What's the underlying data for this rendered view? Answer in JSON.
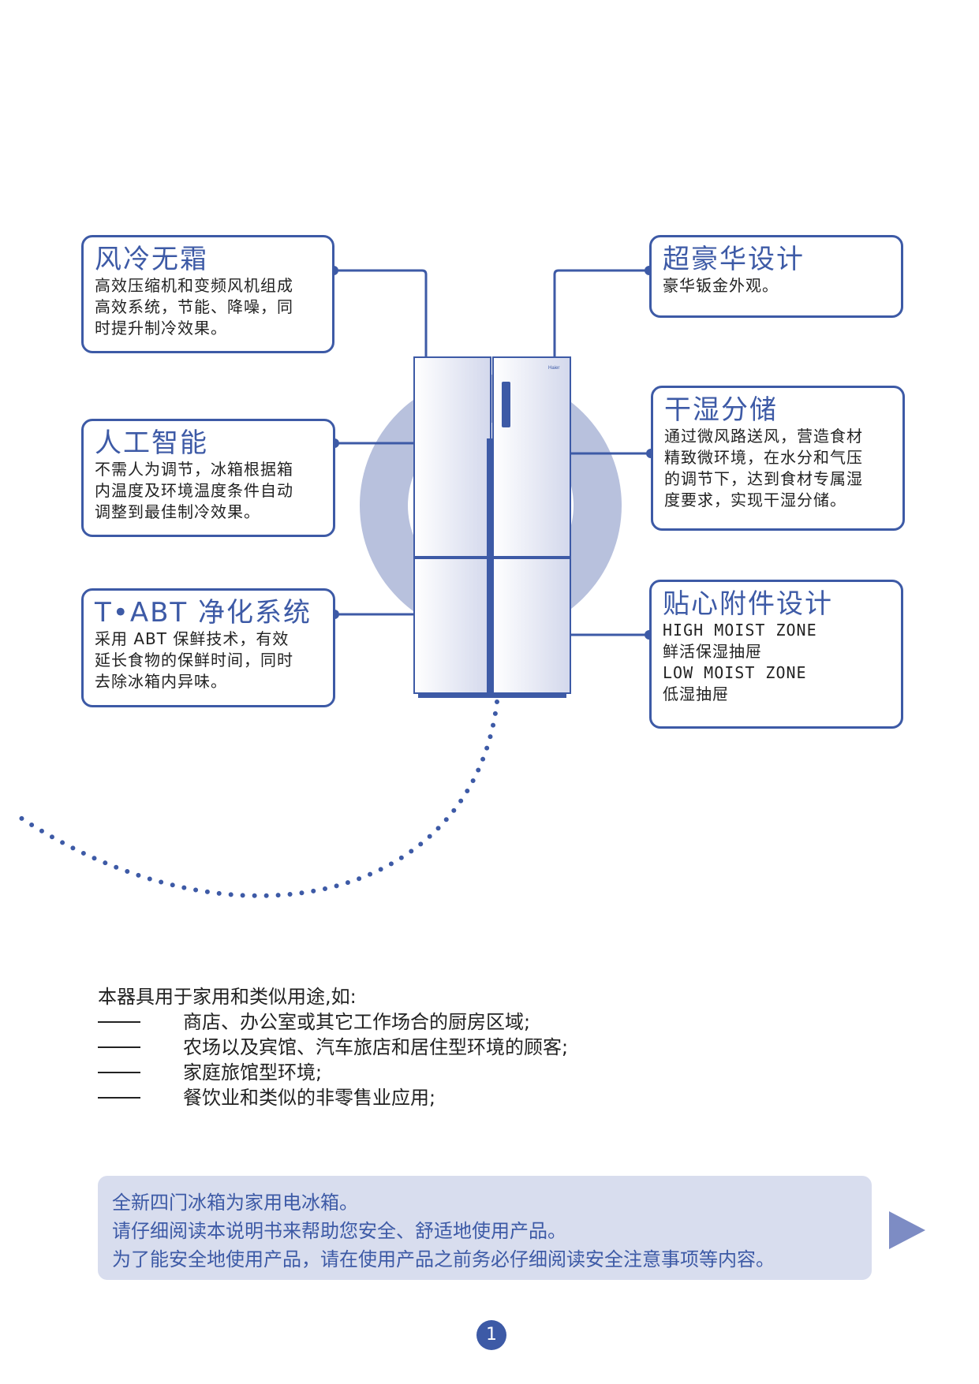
{
  "features_left": [
    {
      "title": "风冷无霜",
      "lines": [
        "高效压缩机和变频风机组成",
        "高效系统，节能、降噪，同",
        "时提升制冷效果。"
      ]
    },
    {
      "title": "人工智能",
      "lines": [
        "不需人为调节，冰箱根据箱",
        "内温度及环境温度条件自动",
        "调整到最佳制冷效果。"
      ]
    },
    {
      "title": "T•ABT 净化系统",
      "lines": [
        "采用 ABT 保鲜技术，有效",
        "延长食物的保鲜时间，同时",
        "去除冰箱内异味。"
      ]
    }
  ],
  "features_right": [
    {
      "title": "超豪华设计",
      "lines": [
        "豪华钣金外观。"
      ]
    },
    {
      "title": "干湿分储",
      "lines": [
        "通过微风路送风，营造食材",
        "精致微环境，在水分和气压",
        "的调节下，达到食材专属湿",
        "度要求，实现干湿分储。"
      ]
    },
    {
      "title": "贴心附件设计",
      "lines": [
        "HIGH MOIST ZONE",
        "鲜活保湿抽屉",
        "LOW MOIST ZONE",
        "低湿抽屉"
      ]
    }
  ],
  "fridge_brand": "Haier",
  "uses": {
    "intro": "本器具用于家用和类似用途,如:",
    "items": [
      "商店、办公室或其它工作场合的厨房区域;",
      "农场以及宾馆、汽车旅店和居住型环境的顾客;",
      "家庭旅馆型环境;",
      "餐饮业和类似的非零售业应用;"
    ]
  },
  "notice": [
    "全新四门冰箱为家用电冰箱。",
    "请仔细阅读本说明书来帮助您安全、舒适地使用产品。",
    "为了能安全地使用产品，请在使用产品之前务必仔细阅读安全注意事项等内容。"
  ],
  "page_number": "1",
  "colors": {
    "accent": "#3d5aa6",
    "circle": "#b8c1dd",
    "notice_bg": "#d8ddee",
    "arrow": "#7d8cc4"
  }
}
